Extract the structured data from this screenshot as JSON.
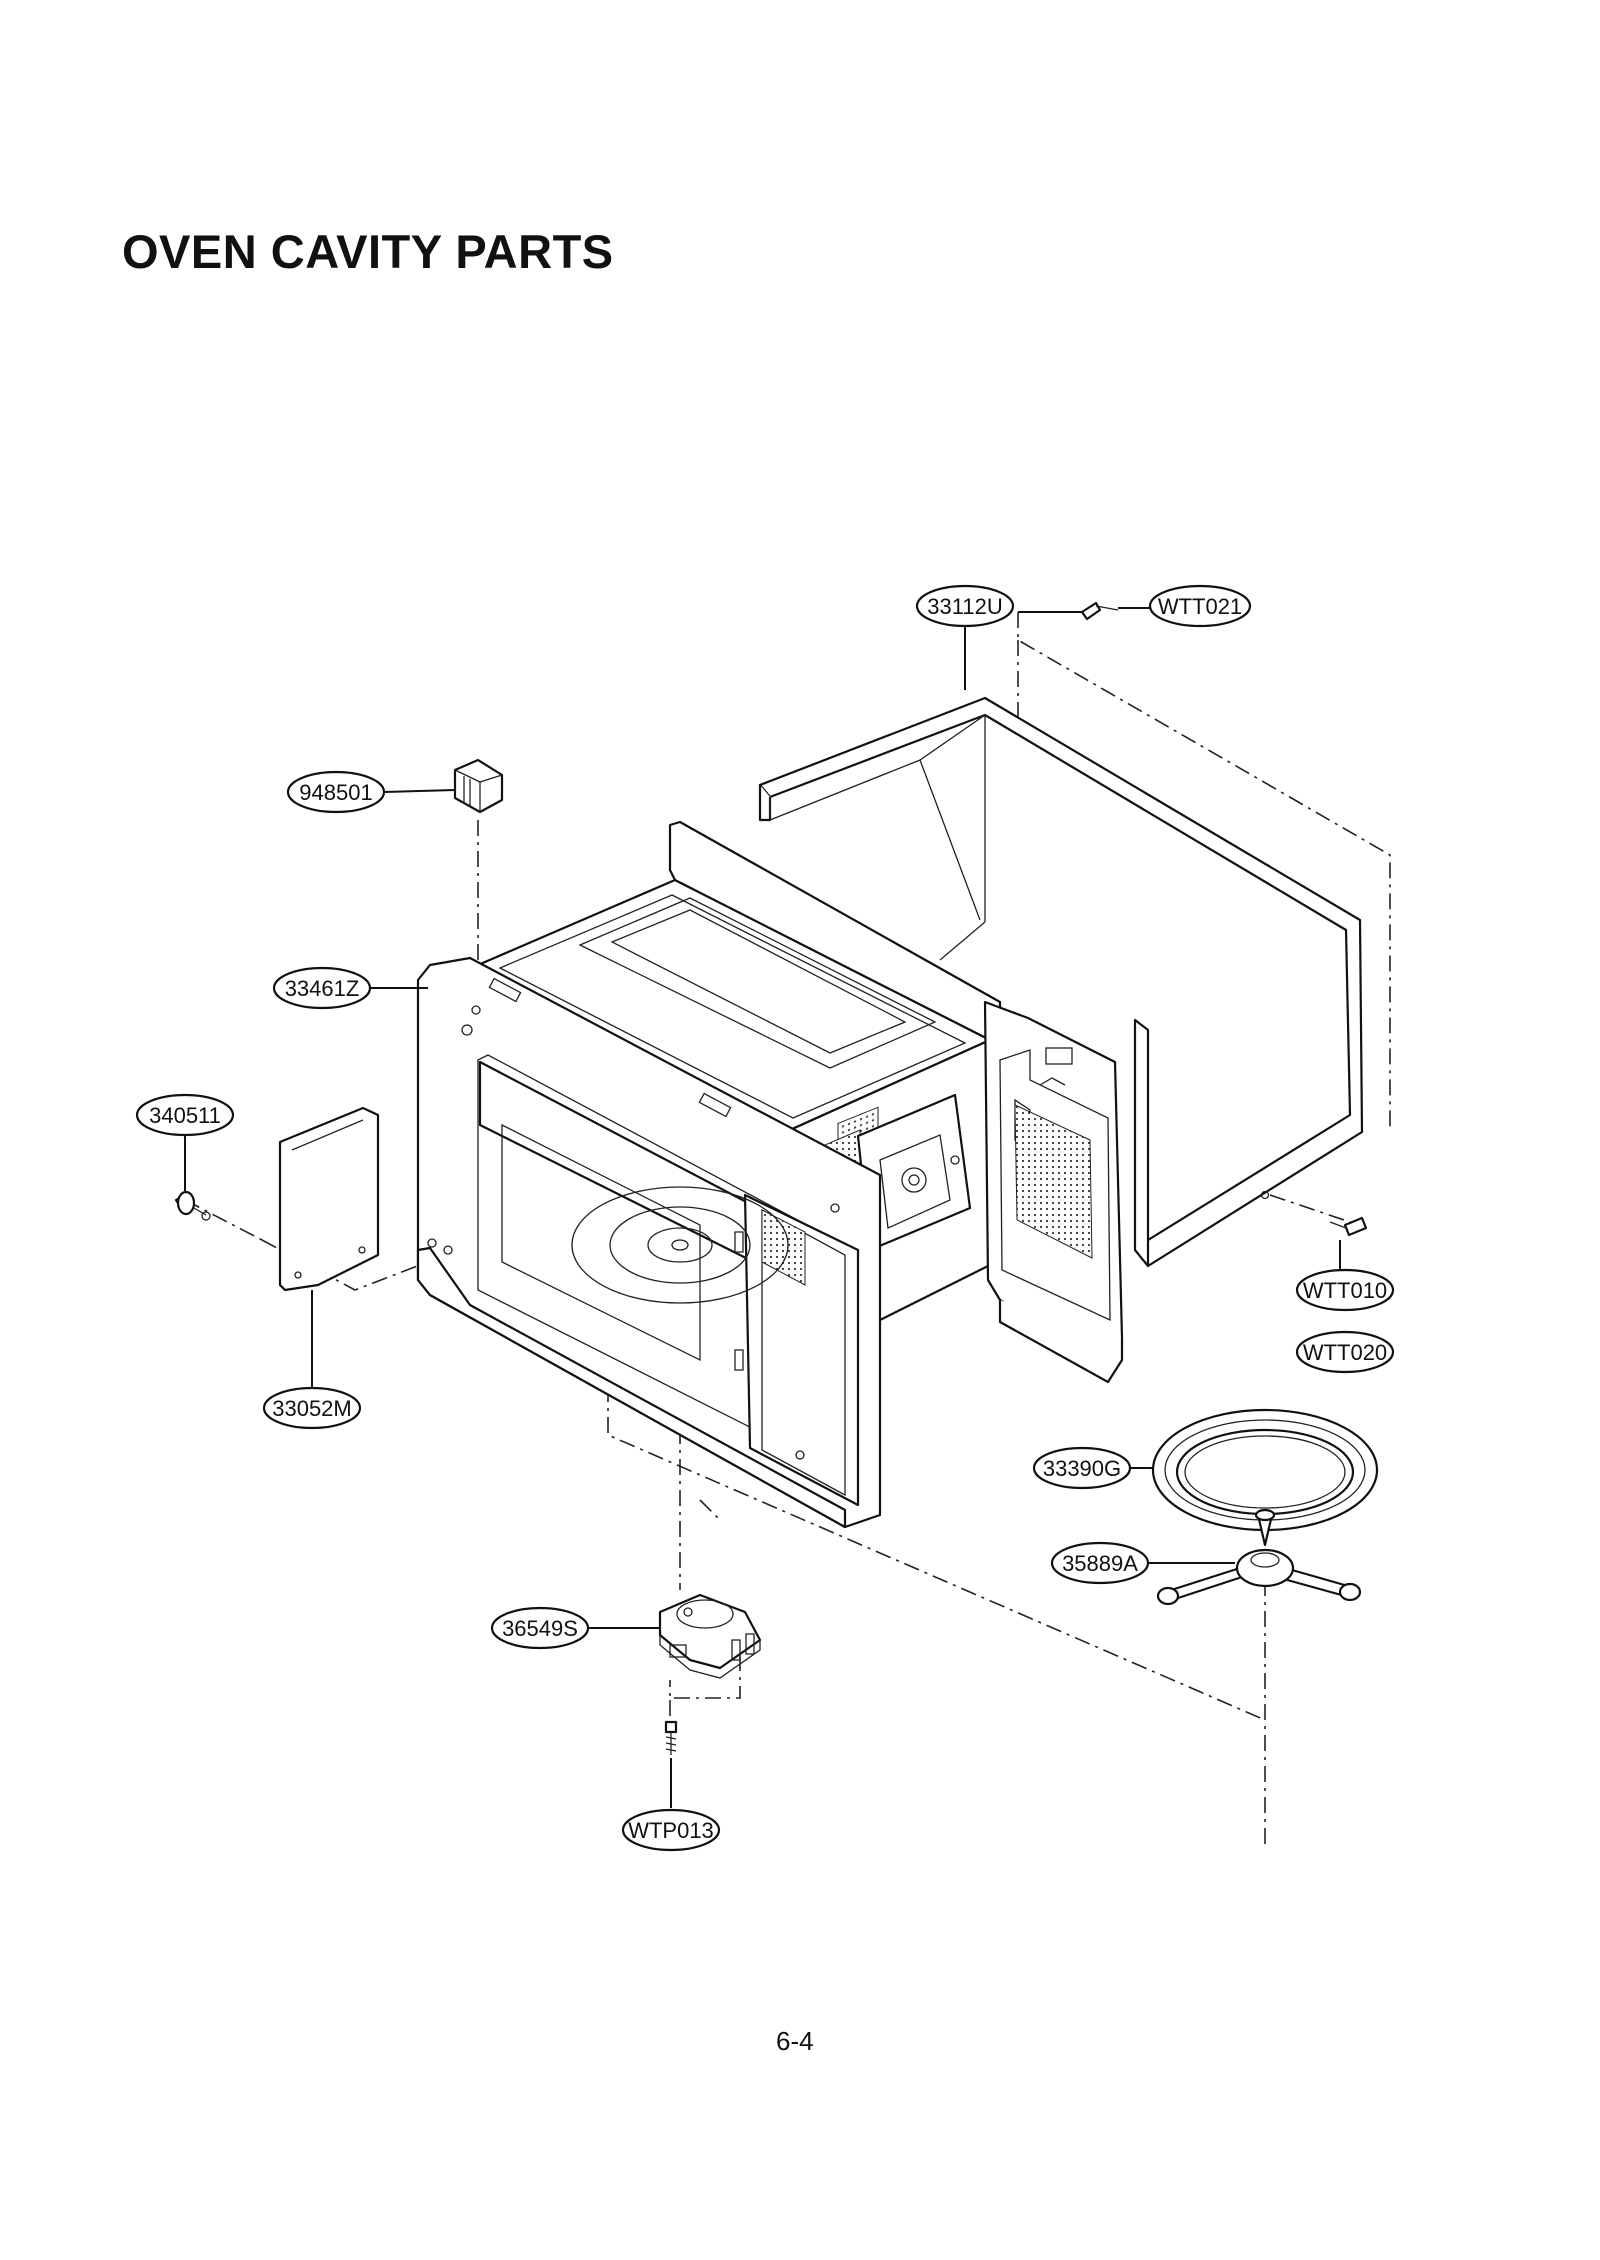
{
  "page": {
    "title": "OVEN CAVITY PARTS",
    "page_number": "6-4"
  },
  "diagram": {
    "callouts": {
      "outer_case": "33112U",
      "top_screw": "WTT021",
      "fuse": "948501",
      "cavity": "33461Z",
      "cover_screw": "340511",
      "waveguide_cover": "33052M",
      "rear_screw_1": "WTT010",
      "rear_screw_2": "WTT020",
      "roller_ring": "33390G",
      "coupler": "35889A",
      "motor": "36549S",
      "motor_screw": "WTP013"
    }
  }
}
